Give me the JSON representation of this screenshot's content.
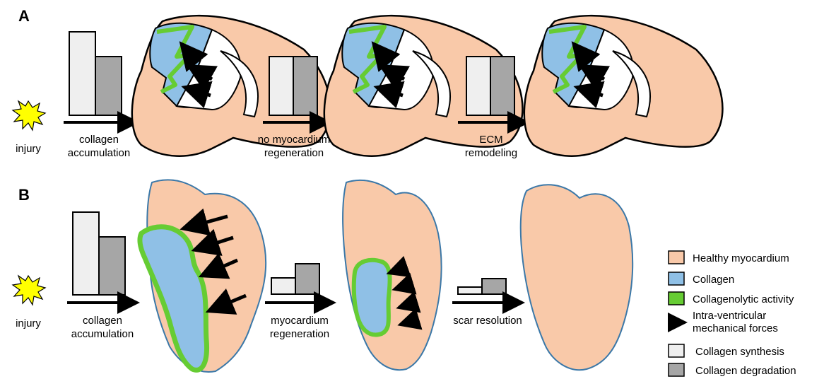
{
  "panels": {
    "a": {
      "letter": "A",
      "injury_label": "injury",
      "steps": [
        {
          "line1": "collagen",
          "line2": "accumulation"
        },
        {
          "line1": "no myocardium",
          "line2": "regeneration"
        },
        {
          "line1": "ECM",
          "line2": "remodeling"
        }
      ]
    },
    "b": {
      "letter": "B",
      "injury_label": "injury",
      "steps": [
        {
          "line1": "collagen",
          "line2": "accumulation"
        },
        {
          "line1": "myocardium",
          "line2": "regeneration"
        },
        {
          "line1": "scar resolution",
          "line2": ""
        }
      ]
    }
  },
  "legend": {
    "healthy": "Healthy myocardium",
    "collagen": "Collagen",
    "collagenolytic": "Collagenolytic activity",
    "forces_line1": "Intra-ventricular",
    "forces_line2": "mechanical forces",
    "synthesis": "Collagen synthesis",
    "degradation": "Collagen degradation"
  },
  "colors": {
    "myocardium": "#f9c9a9",
    "collagen": "#8fc0e6",
    "collagenolytic": "#66cc33",
    "synthesis": "#efefef",
    "degradation": "#a6a6a6",
    "outline_b": "#3b78a8",
    "injury_star": "#ffff00"
  }
}
